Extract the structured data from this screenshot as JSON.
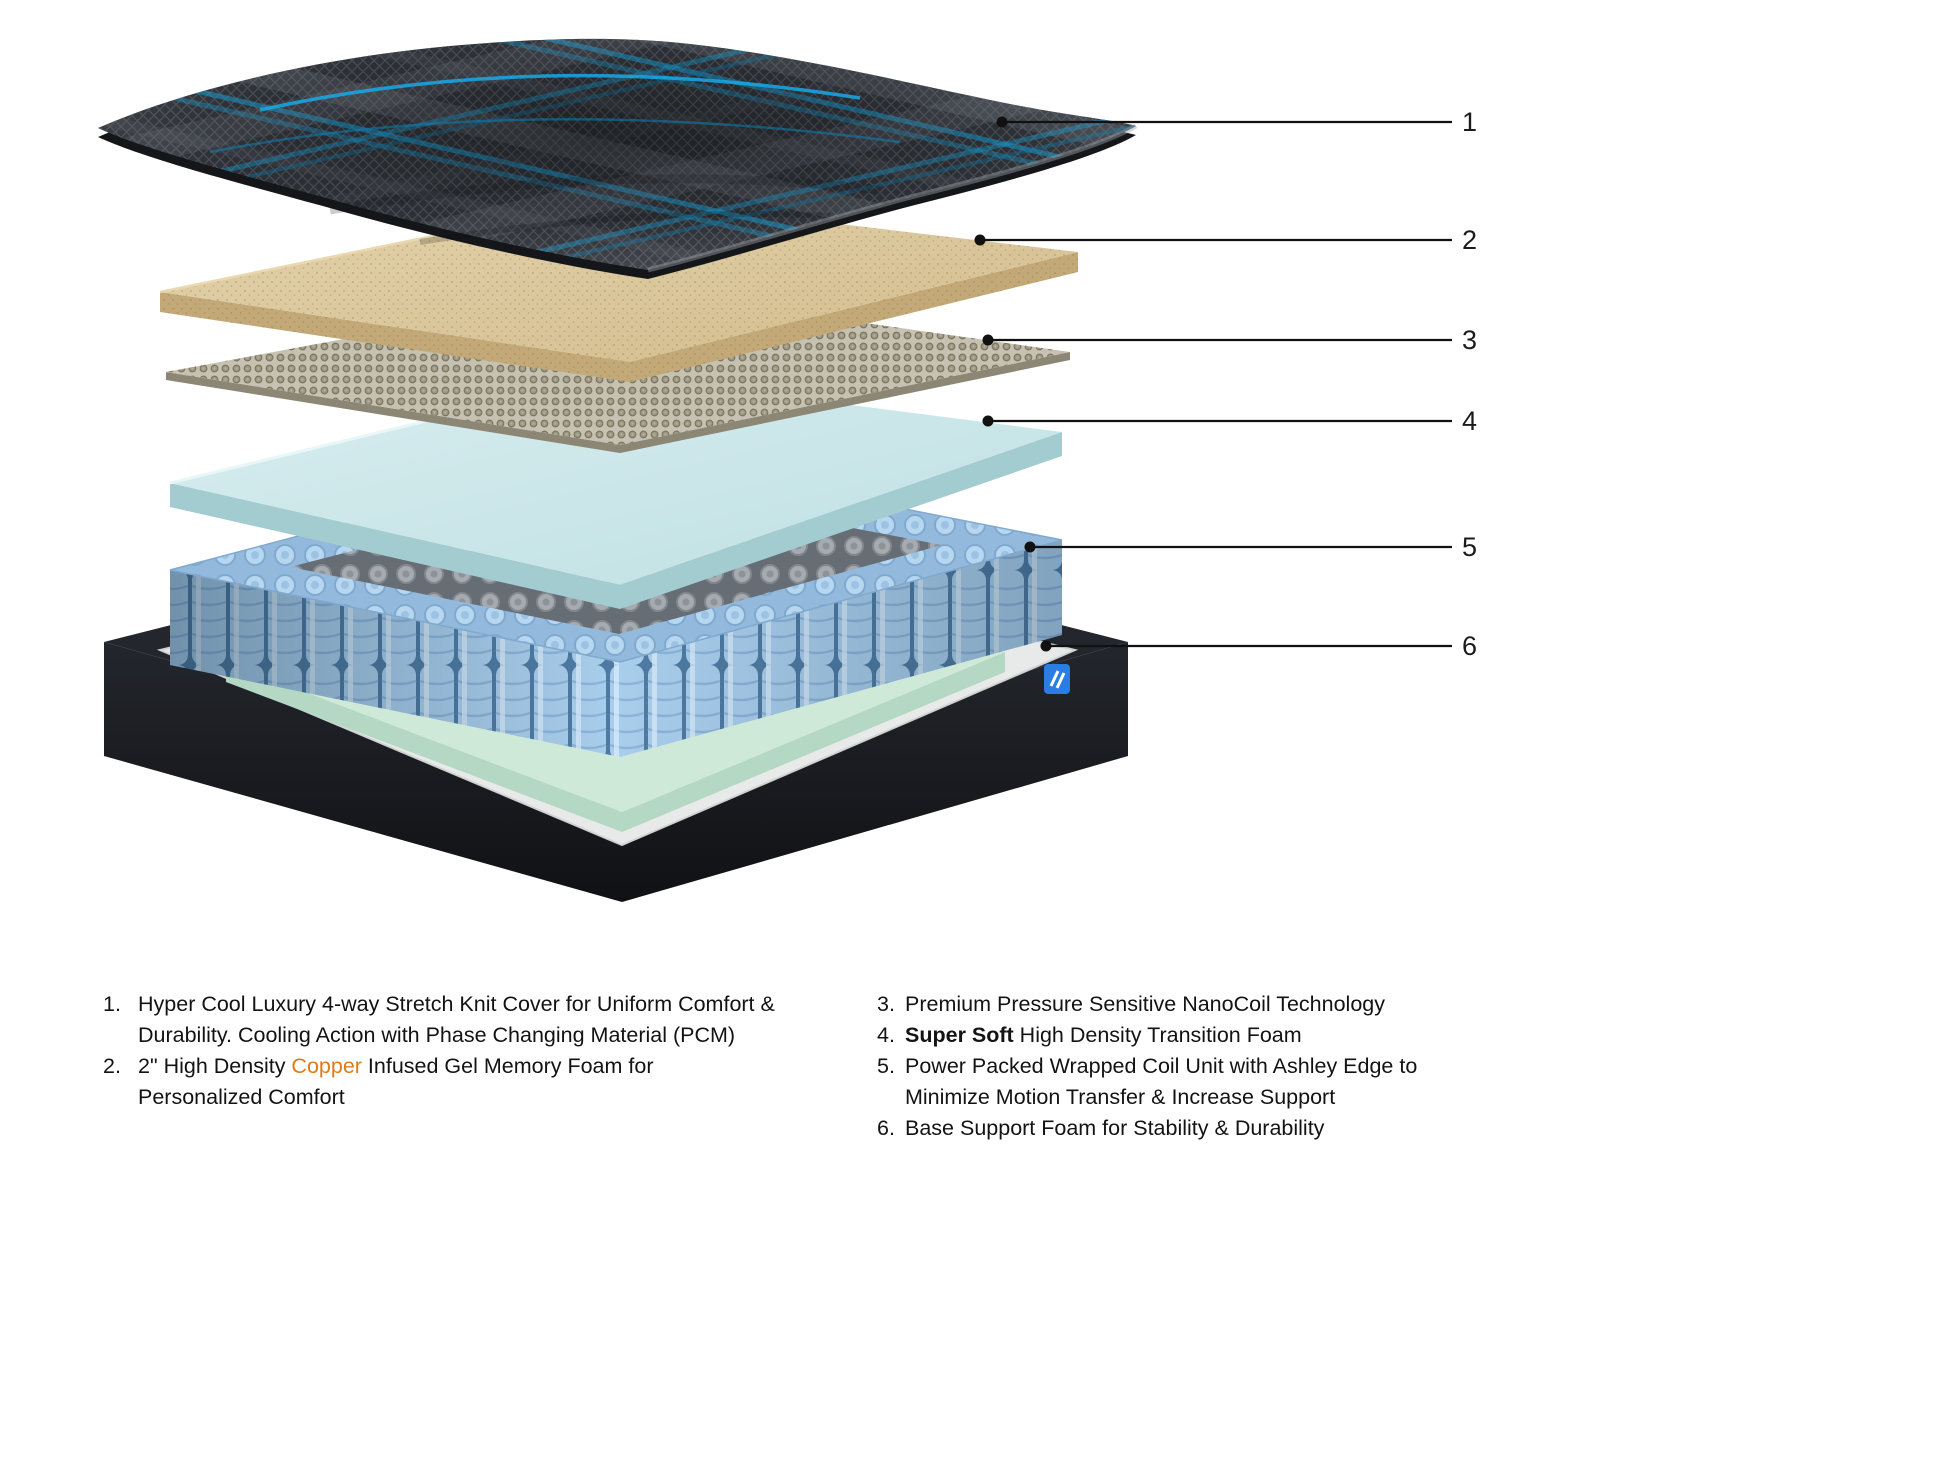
{
  "diagram": {
    "type": "exploded-mattress-layers",
    "callouts": [
      {
        "number": "1"
      },
      {
        "number": "2"
      },
      {
        "number": "3"
      },
      {
        "number": "4"
      },
      {
        "number": "5"
      },
      {
        "number": "6"
      }
    ],
    "layers": [
      {
        "id": 1,
        "name": "stretch-knit-cover",
        "color": "#31353b"
      },
      {
        "id": 2,
        "name": "copper-gel-memory-foam",
        "color": "#d9c69c"
      },
      {
        "id": 3,
        "name": "nanocoil-layer",
        "color": "#c7c1b1"
      },
      {
        "id": 4,
        "name": "transition-foam",
        "color": "#cde8ea"
      },
      {
        "id": 5,
        "name": "wrapped-coil-unit",
        "color": "#aacdee"
      },
      {
        "id": 6,
        "name": "base-support-foam",
        "color": "#cfe9d9"
      }
    ]
  },
  "legend": {
    "left": [
      {
        "num": "1.",
        "line1": "Hyper Cool Luxury 4-way Stretch Knit Cover for Uniform Comfort &",
        "line2": "Durability. Cooling Action with Phase Changing Material (PCM)"
      },
      {
        "num": "2.",
        "pre": "2\" High Density ",
        "highlight": "Copper",
        "post": " Infused Gel Memory Foam for",
        "line2": "Personalized Comfort"
      }
    ],
    "right": [
      {
        "num": "3.",
        "text": "Premium Pressure Sensitive NanoCoil Technology"
      },
      {
        "num": "4.",
        "bold": "Super Soft",
        "rest": " High Density Transition Foam"
      },
      {
        "num": "5.",
        "line1": "Power Packed Wrapped Coil Unit with Ashley Edge to",
        "line2": "Minimize Motion Transfer & Increase Support"
      },
      {
        "num": "6.",
        "text": "Base Support Foam for Stability & Durability"
      }
    ]
  },
  "colors": {
    "accent_orange": "#e07b1a",
    "accent_blue": "#16aae8",
    "text": "#131313",
    "callout_line": "#111111"
  }
}
